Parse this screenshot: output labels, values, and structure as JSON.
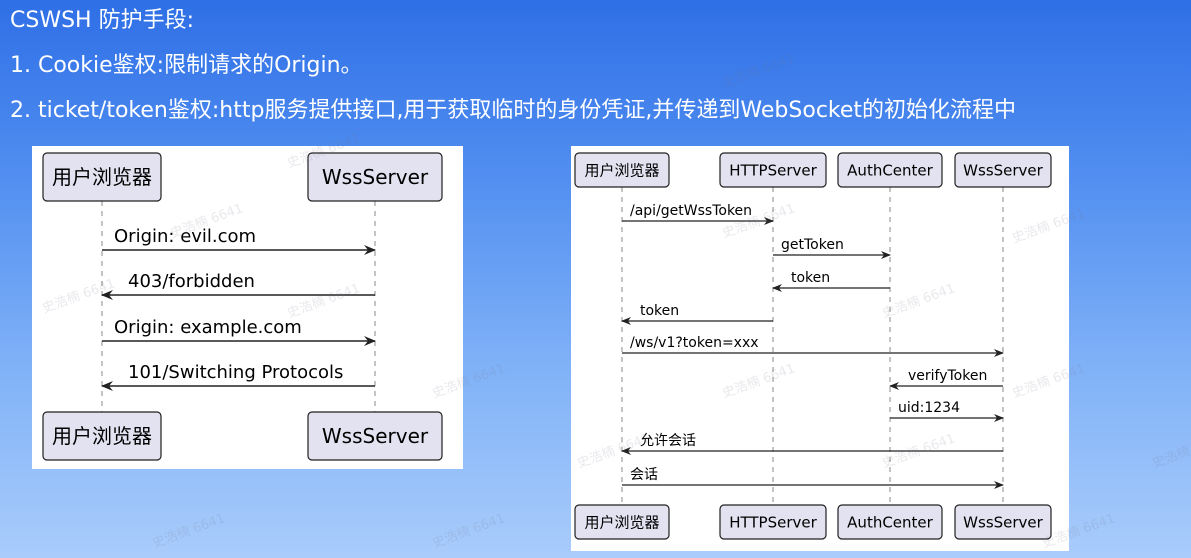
{
  "header": {
    "line1": "CSWSH 防护手段:",
    "line2": "1. Cookie鉴权:限制请求的Origin。",
    "line3": "2. ticket/token鉴权:http服务提供接口,用于获取临时的身份凭证,并传递到WebSocket的初始化流程中"
  },
  "left_diagram": {
    "participants": [
      "用户浏览器",
      "WssServer"
    ],
    "messages": [
      {
        "text": "Origin: evil.com",
        "from": 0,
        "to": 1
      },
      {
        "text": "403/forbidden",
        "from": 1,
        "to": 0
      },
      {
        "text": "Origin: example.com",
        "from": 0,
        "to": 1
      },
      {
        "text": "101/Switching Protocols",
        "from": 1,
        "to": 0
      }
    ]
  },
  "right_diagram": {
    "participants": [
      "用户浏览器",
      "HTTPServer",
      "AuthCenter",
      "WssServer"
    ],
    "messages": [
      {
        "text": "/api/getWssToken",
        "from": 0,
        "to": 1
      },
      {
        "text": "getToken",
        "from": 1,
        "to": 2
      },
      {
        "text": "token",
        "from": 2,
        "to": 1
      },
      {
        "text": "token",
        "from": 1,
        "to": 0
      },
      {
        "text": "/ws/v1?token=xxx",
        "from": 0,
        "to": 3
      },
      {
        "text": "verifyToken",
        "from": 3,
        "to": 2
      },
      {
        "text": "uid:1234",
        "from": 2,
        "to": 3
      },
      {
        "text": "允许会话",
        "from": 3,
        "to": 0
      },
      {
        "text": "会话",
        "from": 0,
        "to": 3
      }
    ]
  },
  "watermark": "史浩楠 6641"
}
